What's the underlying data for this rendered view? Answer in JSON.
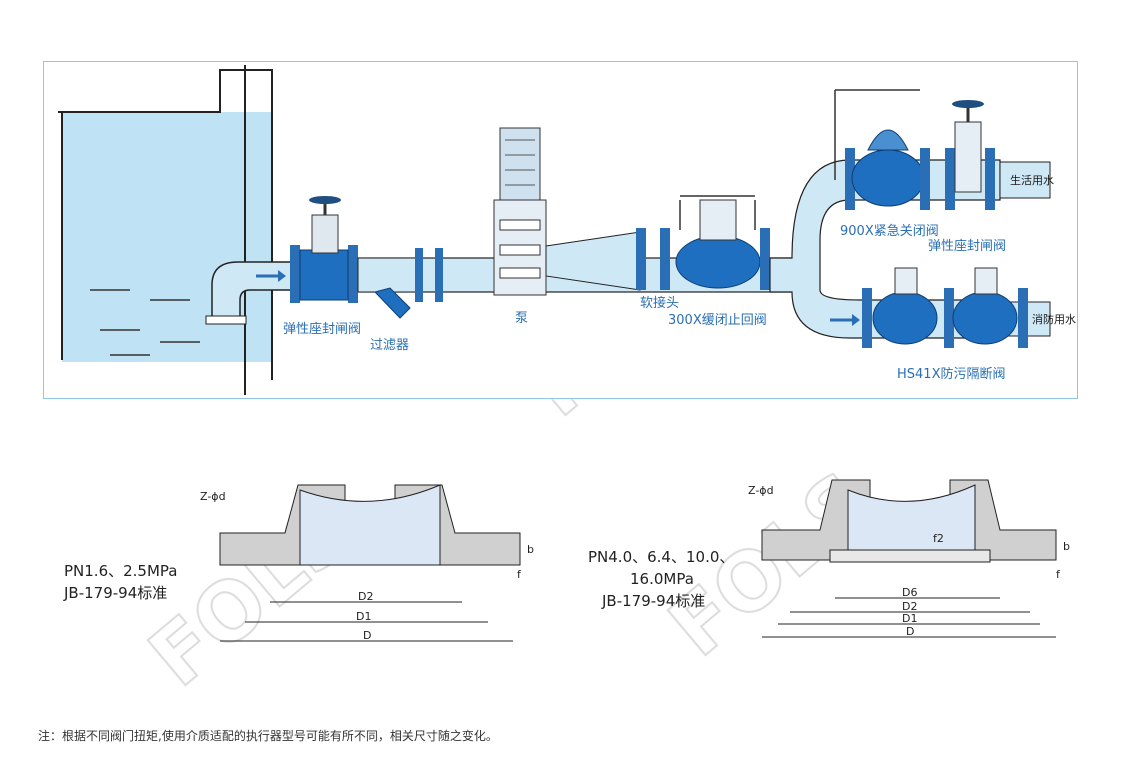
{
  "labels": {
    "valve_elastic_left": "弹性座封闸阀",
    "filter": "过滤器",
    "pump": "泵",
    "soft_joint": "软接头",
    "check_valve": "300X缓闭止回阀",
    "emergency_valve": "900X紧急关闭阀",
    "valve_elastic_right": "弹性座封闸阀",
    "backflow_valve": "HS41X防污隔断阀",
    "domestic_water": "生活用水",
    "fire_water": "消防用水"
  },
  "specs_left": {
    "line1": "PN1.6、2.5MPa",
    "line2": "JB-179-94标准"
  },
  "specs_right": {
    "line1": "PN4.0、6.4、10.0、",
    "line2": "16.0MPa",
    "line3": "JB-179-94标准"
  },
  "dims_left": {
    "zd": "Z-ϕd",
    "d2": "D2",
    "d1": "D1",
    "d": "D",
    "b": "b",
    "f": "f"
  },
  "dims_right": {
    "zd": "Z-ϕd",
    "d6": "D6",
    "d2": "D2",
    "d1": "D1",
    "d": "D",
    "b": "b",
    "f": "f",
    "f2": "f2"
  },
  "note": "注：根据不同阀门扭矩,使用介质适配的执行器型号可能有所不同，相关尺寸随之变化。",
  "colors": {
    "accent": "#2a6fb5",
    "water": "#bfe3f5",
    "border": "#8ec8e8"
  }
}
